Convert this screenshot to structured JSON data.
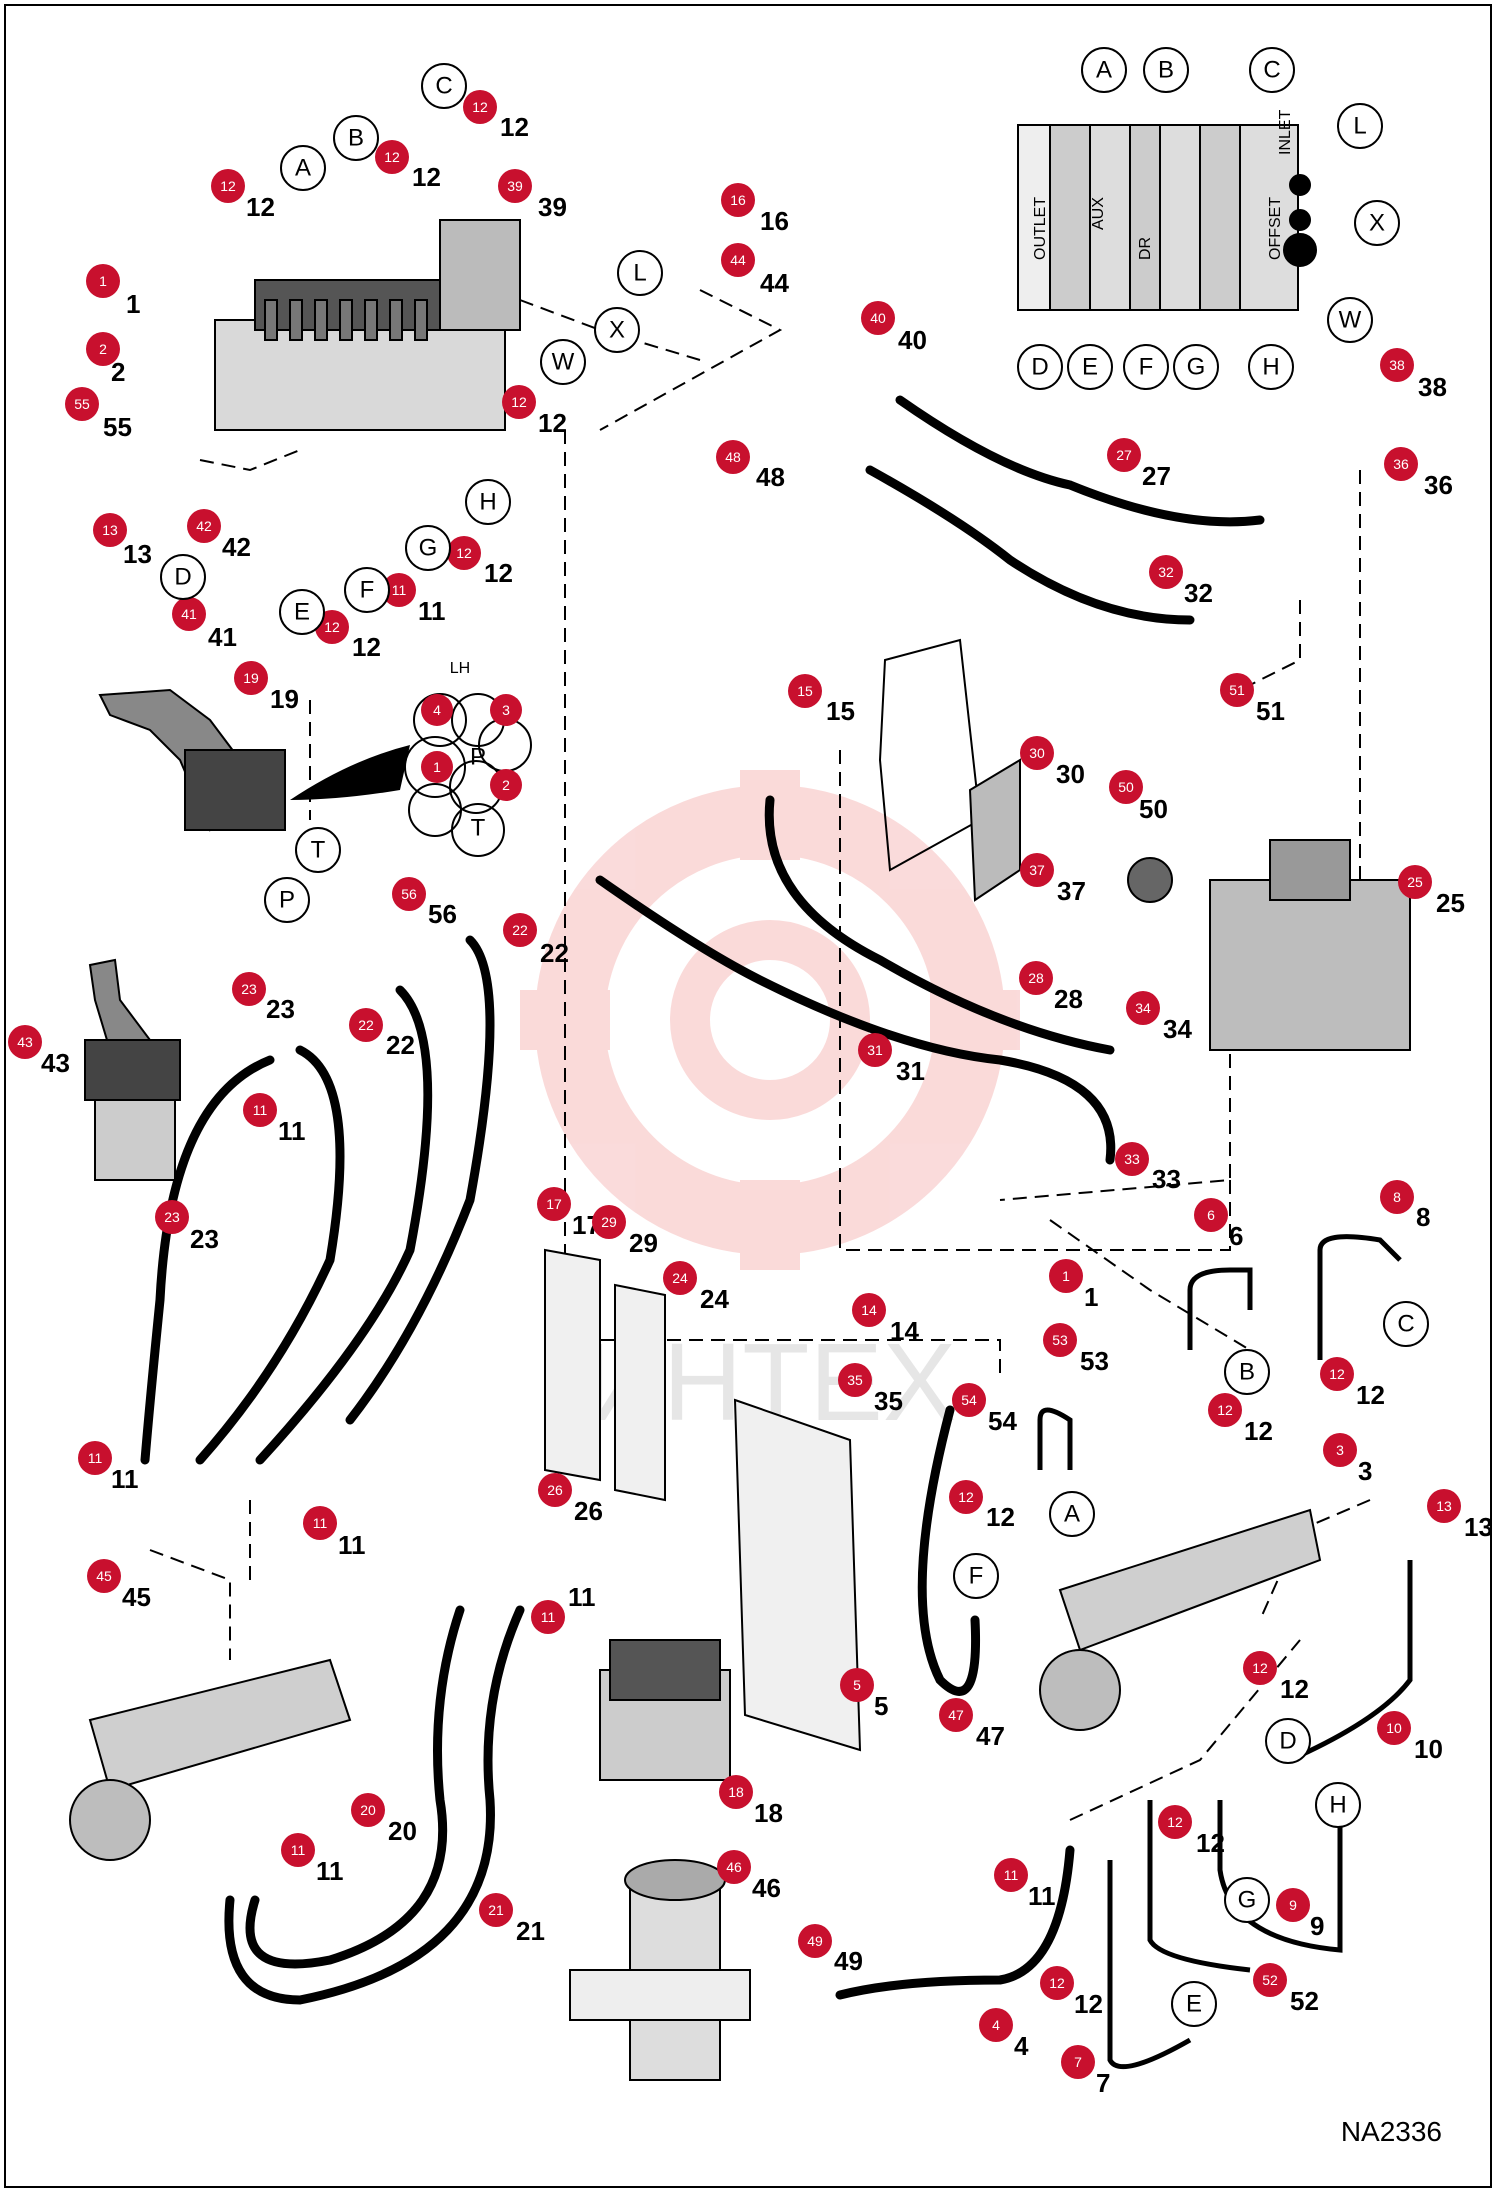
{
  "drawing_code": "NA2336",
  "watermark": "ИНТЕХ",
  "badge_color": "#c8102e",
  "callouts": [
    {
      "n": "1",
      "badge": [
        103,
        281
      ],
      "label": [
        118,
        303
      ]
    },
    {
      "n": "2",
      "badge": [
        103,
        349
      ],
      "label": [
        103,
        371
      ]
    },
    {
      "n": "55",
      "badge": [
        82,
        404
      ],
      "label": [
        95,
        426
      ]
    },
    {
      "n": "12",
      "badge": [
        228,
        186
      ],
      "label": [
        238,
        206
      ]
    },
    {
      "n": "12",
      "badge": [
        392,
        157
      ],
      "label": [
        404,
        176
      ]
    },
    {
      "n": "12",
      "badge": [
        480,
        107
      ],
      "label": [
        492,
        126
      ]
    },
    {
      "n": "39",
      "badge": [
        515,
        186
      ],
      "label": [
        530,
        206
      ]
    },
    {
      "n": "16",
      "badge": [
        738,
        200
      ],
      "label": [
        752,
        220
      ]
    },
    {
      "n": "44",
      "badge": [
        738,
        260
      ],
      "label": [
        752,
        282
      ]
    },
    {
      "n": "40",
      "badge": [
        878,
        318
      ],
      "label": [
        890,
        339
      ]
    },
    {
      "n": "48",
      "badge": [
        733,
        457
      ],
      "label": [
        748,
        476
      ]
    },
    {
      "n": "12",
      "badge": [
        519,
        402
      ],
      "label": [
        530,
        422
      ]
    },
    {
      "n": "13",
      "badge": [
        110,
        530
      ],
      "label": [
        115,
        553
      ]
    },
    {
      "n": "42",
      "badge": [
        204,
        526
      ],
      "label": [
        214,
        546
      ]
    },
    {
      "n": "41",
      "badge": [
        189,
        614
      ],
      "label": [
        200,
        636
      ]
    },
    {
      "n": "12",
      "badge": [
        332,
        627
      ],
      "label": [
        344,
        646
      ]
    },
    {
      "n": "11",
      "badge": [
        399,
        590
      ],
      "label": [
        410,
        610
      ]
    },
    {
      "n": "12",
      "badge": [
        464,
        553
      ],
      "label": [
        476,
        572
      ]
    },
    {
      "n": "27",
      "badge": [
        1124,
        455
      ],
      "label": [
        1134,
        475
      ]
    },
    {
      "n": "32",
      "badge": [
        1166,
        572
      ],
      "label": [
        1176,
        592
      ]
    },
    {
      "n": "38",
      "badge": [
        1397,
        365
      ],
      "label": [
        1410,
        386
      ]
    },
    {
      "n": "36",
      "badge": [
        1401,
        464
      ],
      "label": [
        1416,
        484
      ]
    },
    {
      "n": "19",
      "badge": [
        251,
        678
      ],
      "label": [
        262,
        698
      ]
    },
    {
      "n": "15",
      "badge": [
        805,
        691
      ],
      "label": [
        818,
        710
      ]
    },
    {
      "n": "51",
      "badge": [
        1237,
        690
      ],
      "label": [
        1248,
        710
      ]
    },
    {
      "n": "30",
      "badge": [
        1037,
        753
      ],
      "label": [
        1048,
        773
      ]
    },
    {
      "n": "50",
      "badge": [
        1126,
        787
      ],
      "label": [
        1131,
        808
      ]
    },
    {
      "n": "37",
      "badge": [
        1037,
        870
      ],
      "label": [
        1049,
        890
      ]
    },
    {
      "n": "25",
      "badge": [
        1415,
        882
      ],
      "label": [
        1428,
        902
      ]
    },
    {
      "n": "56",
      "badge": [
        409,
        894
      ],
      "label": [
        420,
        913
      ]
    },
    {
      "n": "22",
      "badge": [
        520,
        930
      ],
      "label": [
        532,
        952
      ]
    },
    {
      "n": "23",
      "badge": [
        249,
        989
      ],
      "label": [
        258,
        1008
      ]
    },
    {
      "n": "43",
      "badge": [
        25,
        1042
      ],
      "label": [
        33,
        1062
      ]
    },
    {
      "n": "22",
      "badge": [
        366,
        1025
      ],
      "label": [
        378,
        1044
      ]
    },
    {
      "n": "28",
      "badge": [
        1036,
        978
      ],
      "label": [
        1046,
        998
      ]
    },
    {
      "n": "34",
      "badge": [
        1143,
        1008
      ],
      "label": [
        1155,
        1028
      ]
    },
    {
      "n": "11",
      "badge": [
        260,
        1110
      ],
      "label": [
        270,
        1130
      ]
    },
    {
      "n": "31",
      "badge": [
        875,
        1050
      ],
      "label": [
        888,
        1070
      ]
    },
    {
      "n": "23",
      "badge": [
        172,
        1217
      ],
      "label": [
        182,
        1238
      ]
    },
    {
      "n": "33",
      "badge": [
        1132,
        1159
      ],
      "label": [
        1144,
        1178
      ]
    },
    {
      "n": "17",
      "badge": [
        554,
        1204
      ],
      "label": [
        564,
        1224
      ]
    },
    {
      "n": "29",
      "badge": [
        609,
        1222
      ],
      "label": [
        621,
        1242
      ]
    },
    {
      "n": "6",
      "badge": [
        1211,
        1215
      ],
      "label": [
        1221,
        1235
      ]
    },
    {
      "n": "8",
      "badge": [
        1397,
        1197
      ],
      "label": [
        1408,
        1216
      ]
    },
    {
      "n": "1",
      "badge": [
        1066,
        1276
      ],
      "label": [
        1076,
        1296
      ]
    },
    {
      "n": "24",
      "badge": [
        680,
        1278
      ],
      "label": [
        692,
        1298
      ]
    },
    {
      "n": "14",
      "badge": [
        869,
        1310
      ],
      "label": [
        882,
        1330
      ]
    },
    {
      "n": "53",
      "badge": [
        1060,
        1340
      ],
      "label": [
        1072,
        1360
      ]
    },
    {
      "n": "35",
      "badge": [
        855,
        1380
      ],
      "label": [
        866,
        1400
      ]
    },
    {
      "n": "54",
      "badge": [
        969,
        1400
      ],
      "label": [
        980,
        1420
      ]
    },
    {
      "n": "12",
      "badge": [
        1225,
        1410
      ],
      "label": [
        1236,
        1430
      ]
    },
    {
      "n": "12",
      "badge": [
        1337,
        1374
      ],
      "label": [
        1348,
        1394
      ]
    },
    {
      "n": "11",
      "badge": [
        95,
        1458
      ],
      "label": [
        103,
        1478
      ]
    },
    {
      "n": "3",
      "badge": [
        1340,
        1450
      ],
      "label": [
        1350,
        1470
      ]
    },
    {
      "n": "26",
      "badge": [
        555,
        1490
      ],
      "label": [
        566,
        1510
      ]
    },
    {
      "n": "12",
      "badge": [
        966,
        1497
      ],
      "label": [
        978,
        1516
      ]
    },
    {
      "n": "13",
      "badge": [
        1444,
        1506
      ],
      "label": [
        1456,
        1526
      ]
    },
    {
      "n": "11",
      "badge": [
        320,
        1523
      ],
      "label": [
        330,
        1544
      ]
    },
    {
      "n": "45",
      "badge": [
        104,
        1576
      ],
      "label": [
        114,
        1596
      ]
    },
    {
      "n": "11",
      "badge": [
        548,
        1617
      ],
      "label": [
        560,
        1596
      ]
    },
    {
      "n": "5",
      "badge": [
        857,
        1685
      ],
      "label": [
        866,
        1705
      ]
    },
    {
      "n": "47",
      "badge": [
        956,
        1715
      ],
      "label": [
        968,
        1735
      ]
    },
    {
      "n": "12",
      "badge": [
        1260,
        1668
      ],
      "label": [
        1272,
        1688
      ]
    },
    {
      "n": "10",
      "badge": [
        1394,
        1728
      ],
      "label": [
        1406,
        1748
      ]
    },
    {
      "n": "18",
      "badge": [
        736,
        1792
      ],
      "label": [
        746,
        1812
      ]
    },
    {
      "n": "20",
      "badge": [
        368,
        1810
      ],
      "label": [
        380,
        1830
      ]
    },
    {
      "n": "11",
      "badge": [
        298,
        1850
      ],
      "label": [
        308,
        1870
      ]
    },
    {
      "n": "12",
      "badge": [
        1175,
        1822
      ],
      "label": [
        1188,
        1842
      ]
    },
    {
      "n": "46",
      "badge": [
        734,
        1867
      ],
      "label": [
        744,
        1887
      ]
    },
    {
      "n": "11",
      "badge": [
        1011,
        1875
      ],
      "label": [
        1020,
        1895
      ]
    },
    {
      "n": "21",
      "badge": [
        496,
        1910
      ],
      "label": [
        508,
        1930
      ]
    },
    {
      "n": "9",
      "badge": [
        1293,
        1905
      ],
      "label": [
        1302,
        1925
      ]
    },
    {
      "n": "49",
      "badge": [
        815,
        1941
      ],
      "label": [
        826,
        1960
      ]
    },
    {
      "n": "12",
      "badge": [
        1057,
        1983
      ],
      "label": [
        1066,
        2003
      ]
    },
    {
      "n": "52",
      "badge": [
        1270,
        1980
      ],
      "label": [
        1282,
        2000
      ]
    },
    {
      "n": "4",
      "badge": [
        996,
        2025
      ],
      "label": [
        1006,
        2045
      ]
    },
    {
      "n": "7",
      "badge": [
        1078,
        2062
      ],
      "label": [
        1088,
        2082
      ]
    }
  ],
  "letters": [
    {
      "t": "A",
      "p": [
        303,
        168
      ]
    },
    {
      "t": "B",
      "p": [
        356,
        138
      ]
    },
    {
      "t": "C",
      "p": [
        444,
        86
      ]
    },
    {
      "t": "L",
      "p": [
        640,
        273
      ]
    },
    {
      "t": "X",
      "p": [
        617,
        330
      ]
    },
    {
      "t": "W",
      "p": [
        563,
        362
      ]
    },
    {
      "t": "D",
      "p": [
        183,
        577
      ]
    },
    {
      "t": "E",
      "p": [
        302,
        612
      ]
    },
    {
      "t": "F",
      "p": [
        367,
        590
      ]
    },
    {
      "t": "G",
      "p": [
        428,
        548
      ]
    },
    {
      "t": "H",
      "p": [
        488,
        502
      ]
    },
    {
      "t": "T",
      "p": [
        318,
        850
      ]
    },
    {
      "t": "P",
      "p": [
        287,
        900
      ]
    },
    {
      "t": "B",
      "p": [
        1247,
        1372
      ]
    },
    {
      "t": "C",
      "p": [
        1406,
        1324
      ]
    },
    {
      "t": "A",
      "p": [
        1072,
        1514
      ]
    },
    {
      "t": "F",
      "p": [
        976,
        1576
      ]
    },
    {
      "t": "D",
      "p": [
        1288,
        1741
      ]
    },
    {
      "t": "H",
      "p": [
        1338,
        1805
      ]
    },
    {
      "t": "G",
      "p": [
        1247,
        1900
      ]
    },
    {
      "t": "E",
      "p": [
        1194,
        2004
      ]
    }
  ],
  "inset": {
    "top_letters": [
      "A",
      "B",
      "C"
    ],
    "bottom_letters": [
      "D",
      "E",
      "F",
      "G",
      "H"
    ],
    "side_letters": [
      "L",
      "X",
      "W"
    ],
    "labels": [
      "OUTLET",
      "AUX",
      "DR",
      "OFFSET",
      "INLET"
    ]
  },
  "pilot_ports": {
    "title": "LH",
    "ports": [
      "4",
      "3",
      "1",
      "P",
      "2",
      "T"
    ]
  }
}
